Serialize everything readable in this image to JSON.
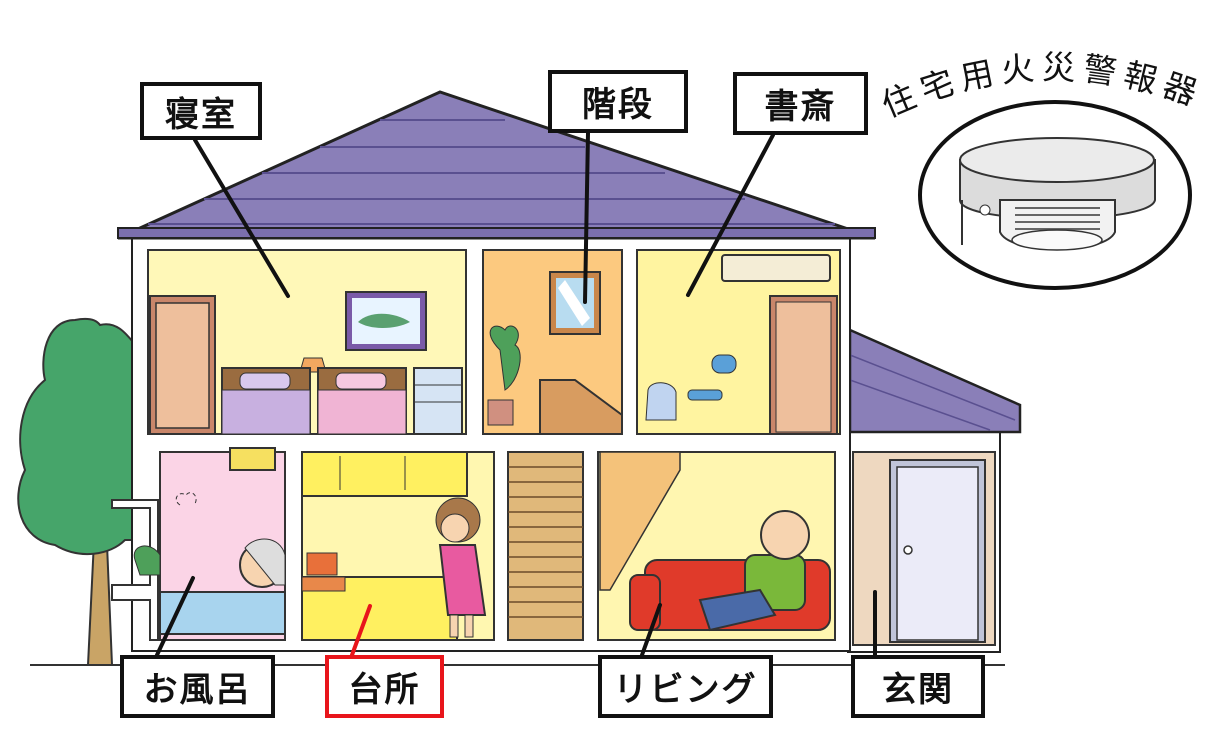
{
  "detector_title": "住宅用火災警報器",
  "labels": {
    "bedroom": "寝室",
    "stairs": "階段",
    "study": "書斎",
    "bath": "お風呂",
    "kitchen": "台所",
    "living": "リビング",
    "entrance": "玄関"
  },
  "highlighted_label": "kitchen",
  "colors": {
    "roof": "#8a7fb8",
    "highlight": "#e8151b",
    "outline": "#111111"
  }
}
